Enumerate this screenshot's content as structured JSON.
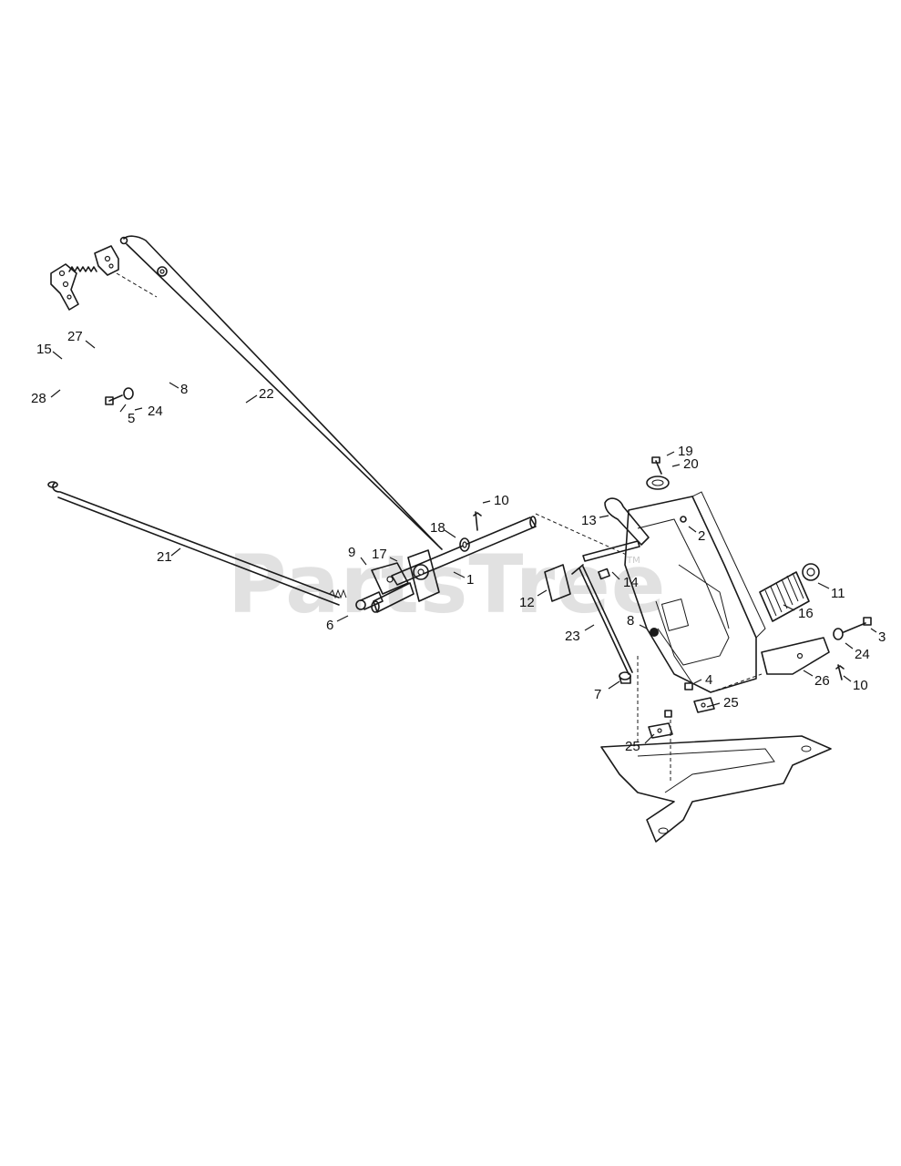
{
  "watermark": "PartsTree",
  "watermark_mark": "TM",
  "callouts": {
    "c27": "27",
    "c15": "15",
    "c28": "28",
    "c8a": "8",
    "c5": "5",
    "c24a": "24",
    "c22": "22",
    "c21": "21",
    "c10a": "10",
    "c18": "18",
    "c9": "9",
    "c17": "17",
    "c1": "1",
    "c6": "6",
    "c19": "19",
    "c20": "20",
    "c13": "13",
    "c2": "2",
    "c14": "14",
    "c12": "12",
    "c11": "11",
    "c16": "16",
    "c23": "23",
    "c8b": "8",
    "c3": "3",
    "c24b": "24",
    "c26": "26",
    "c10b": "10",
    "c7": "7",
    "c4": "4",
    "c25a": "25",
    "c25b": "25"
  }
}
